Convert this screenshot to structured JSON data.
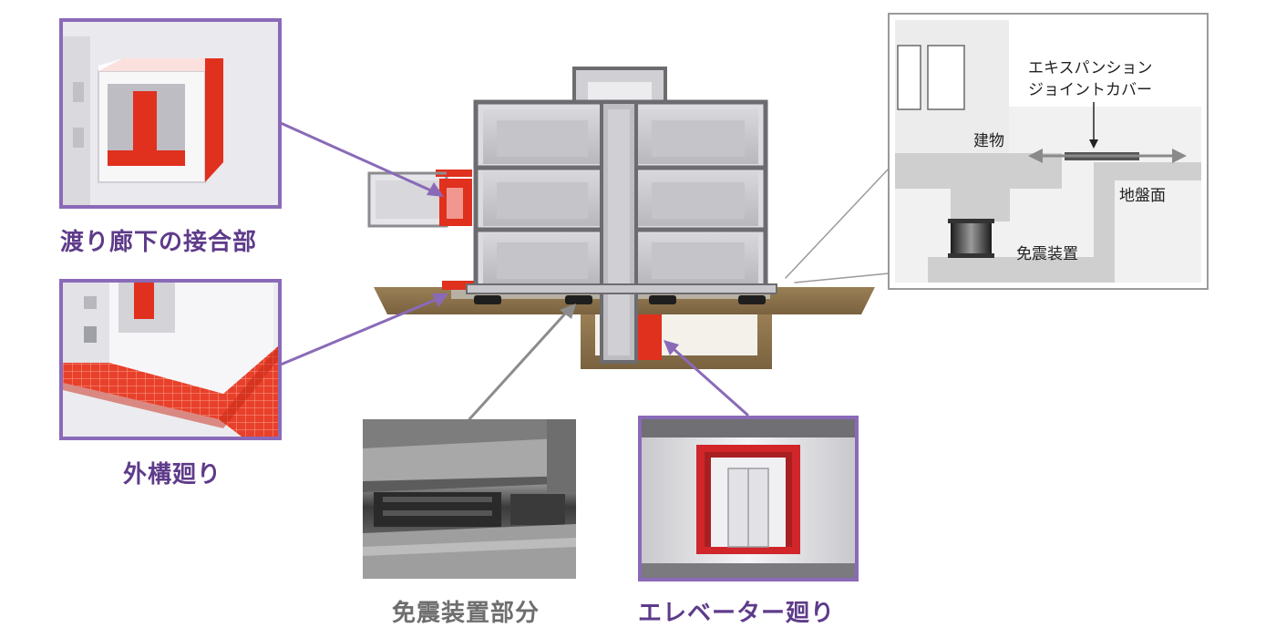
{
  "colors": {
    "accent_purple": "#8a6ab8",
    "label_purple": "#5e3b8a",
    "label_gray": "#6e6e6e",
    "red": "#e0301e",
    "ground": "#8a7048"
  },
  "callouts": {
    "corridor": {
      "label": "渡り廊下の接合部",
      "icon": "corridor-joint-illustration"
    },
    "exterior": {
      "label": "外構廻り",
      "icon": "exterior-ground-joint-illustration"
    },
    "isolation_photo": {
      "label": "免震装置部分",
      "icon": "seismic-isolation-photo"
    },
    "elevator": {
      "label": "エレベーター廻り",
      "icon": "elevator-doorway-illustration"
    }
  },
  "detail_inset": {
    "joint_cover_line1": "エキスパンション",
    "joint_cover_line2": "ジョイントカバー",
    "building": "建物",
    "ground": "地盤面",
    "isolator": "免震装置"
  }
}
